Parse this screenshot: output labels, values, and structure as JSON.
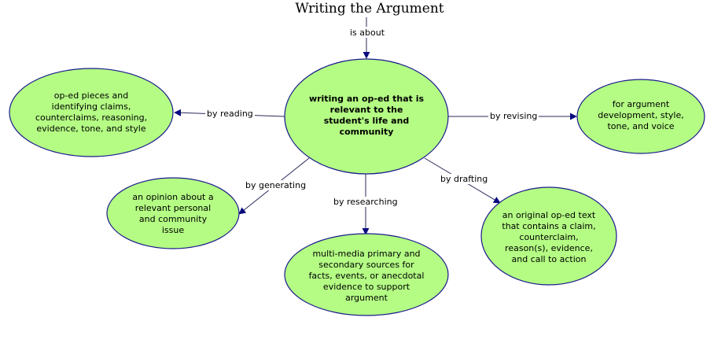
{
  "title": "Writing the Argument",
  "colors": {
    "node_fill": "#b4fc84",
    "node_stroke": "#1a1a8c",
    "arrow": "#0a0a80",
    "line": "#2a2a5a"
  },
  "links": {
    "is_about": "is about",
    "by_reading": "by reading",
    "by_revising": "by revising",
    "by_generating": "by generating",
    "by_researching": "by researching",
    "by_drafting": "by drafting"
  },
  "nodes": {
    "center": "writing an op-ed that is relevant to the student's life and community",
    "reading": "op-ed pieces and identifying claims, counterclaims, reasoning, evidence, tone, and style",
    "revising": "for argument development, style, tone, and voice",
    "generating": "an opinion about a relevant personal and community issue",
    "researching": "multi-media primary and secondary sources for facts, events, or anecdotal evidence to support argument",
    "drafting": "an original op-ed text that contains a claim, counterclaim, reason(s), evidence, and call to action"
  }
}
